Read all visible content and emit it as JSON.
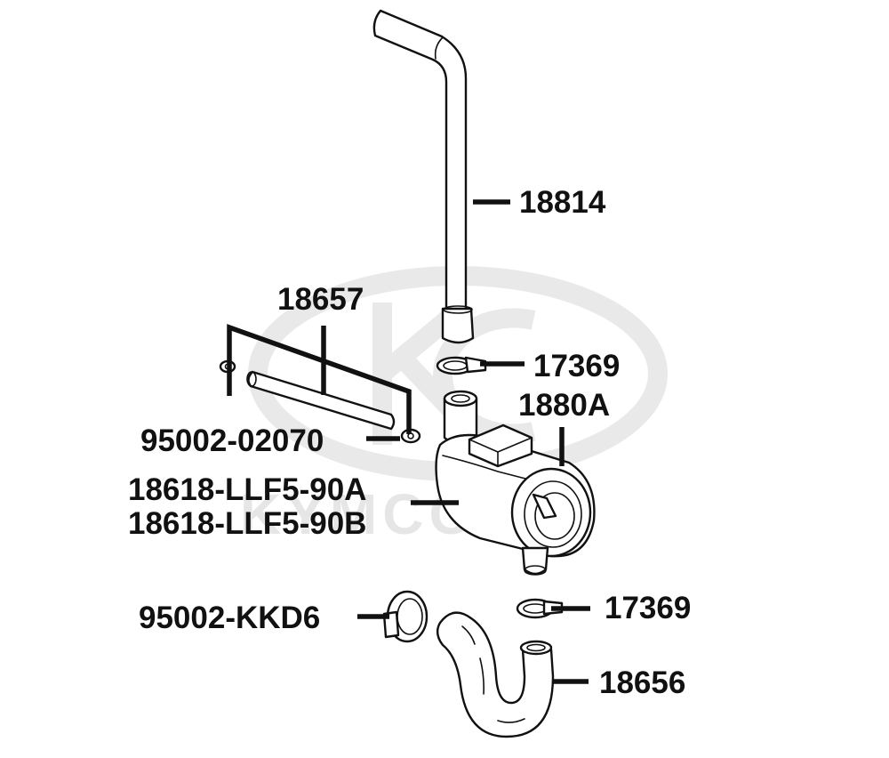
{
  "diagram": {
    "watermark": {
      "text": "KYMCO"
    },
    "callouts": [
      {
        "id": "18814",
        "label": "18814"
      },
      {
        "id": "18657",
        "label": "18657"
      },
      {
        "id": "17369-upper",
        "label": "17369"
      },
      {
        "id": "1880A",
        "label": "1880A"
      },
      {
        "id": "95002-02070",
        "label": "95002-02070"
      },
      {
        "id": "18618-LLF5-90A",
        "label": "18618-LLF5-90A"
      },
      {
        "id": "18618-LLF5-90B",
        "label": "18618-LLF5-90B"
      },
      {
        "id": "95002-KKD6",
        "label": "95002-KKD6"
      },
      {
        "id": "17369-lower",
        "label": "17369"
      },
      {
        "id": "18656",
        "label": "18656"
      }
    ]
  }
}
